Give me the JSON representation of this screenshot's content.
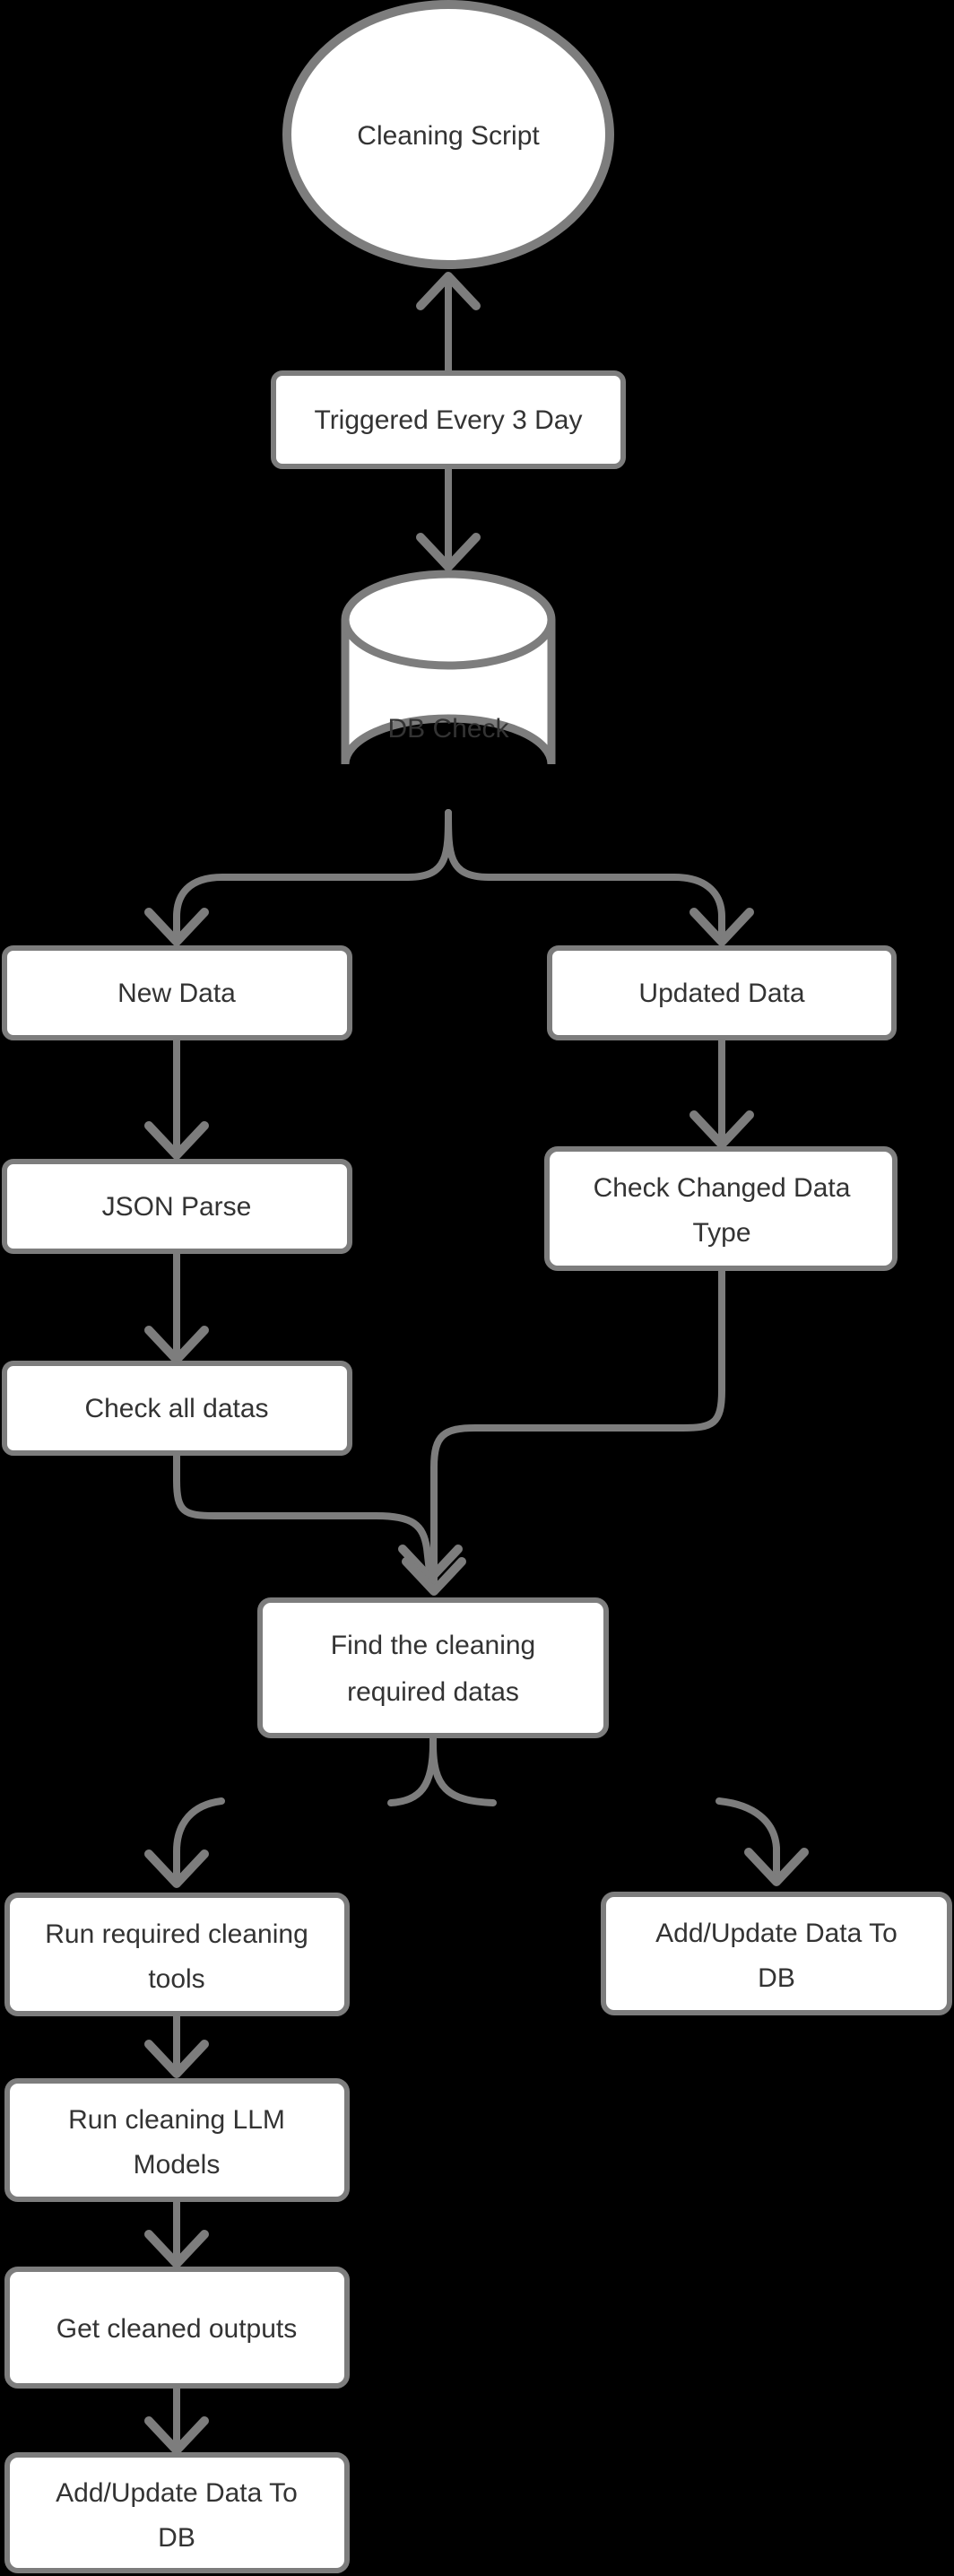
{
  "diagram": {
    "type": "flowchart",
    "direction": "top-down",
    "colors": {
      "background": "#000000",
      "node_fill": "#ffffff",
      "node_border": "#7d7d7d",
      "edge": "#7d7d7d",
      "text": "#333333"
    },
    "nodes": {
      "cleaning_script": {
        "shape": "ellipse",
        "label": "Cleaning Script"
      },
      "trigger": {
        "shape": "rect",
        "label": "Triggered Every 3 Day"
      },
      "db_check": {
        "shape": "cylinder",
        "label": "DB Check"
      },
      "new_data": {
        "shape": "rect",
        "label": "New Data"
      },
      "updated_data": {
        "shape": "rect",
        "label": "Updated Data"
      },
      "json_parse": {
        "shape": "rect",
        "label": "JSON Parse"
      },
      "check_changed": {
        "shape": "rect",
        "line1": "Check Changed Data",
        "line2": "Type"
      },
      "check_all": {
        "shape": "rect",
        "label": "Check all datas"
      },
      "find_cleaning": {
        "shape": "rect",
        "line1": "Find the cleaning",
        "line2": "required datas"
      },
      "run_tools": {
        "shape": "rect",
        "line1": "Run required cleaning",
        "line2": "tools"
      },
      "add_update_right": {
        "shape": "rect",
        "line1": "Add/Update Data To",
        "line2": "DB"
      },
      "run_llm": {
        "shape": "rect",
        "line1": "Run cleaning LLM",
        "line2": "Models"
      },
      "get_outputs": {
        "shape": "rect",
        "label": "Get cleaned outputs"
      },
      "add_update_bottom": {
        "shape": "rect",
        "line1": "Add/Update Data To",
        "line2": "DB"
      }
    },
    "edges": [
      {
        "from": "trigger",
        "to": "cleaning_script"
      },
      {
        "from": "trigger",
        "to": "db_check"
      },
      {
        "from": "db_check",
        "to": "new_data"
      },
      {
        "from": "db_check",
        "to": "updated_data"
      },
      {
        "from": "new_data",
        "to": "json_parse"
      },
      {
        "from": "updated_data",
        "to": "check_changed"
      },
      {
        "from": "json_parse",
        "to": "check_all"
      },
      {
        "from": "check_all",
        "to": "find_cleaning"
      },
      {
        "from": "check_changed",
        "to": "find_cleaning"
      },
      {
        "from": "find_cleaning",
        "to": "run_tools"
      },
      {
        "from": "find_cleaning",
        "to": "add_update_right"
      },
      {
        "from": "run_tools",
        "to": "run_llm"
      },
      {
        "from": "run_llm",
        "to": "get_outputs"
      },
      {
        "from": "get_outputs",
        "to": "add_update_bottom"
      }
    ]
  }
}
